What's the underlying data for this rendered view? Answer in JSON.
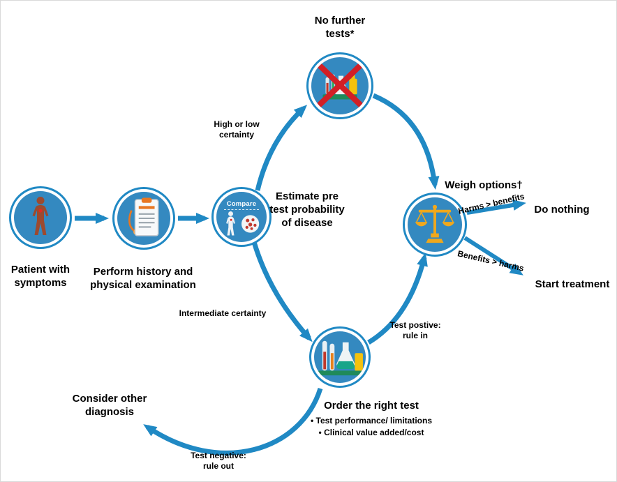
{
  "nodes": {
    "patient": {
      "label": "Patient with symptoms"
    },
    "history": {
      "label": "Perform history and physical examination"
    },
    "compare": {
      "badge": "Compare",
      "caption": "Estimate pre test probability of disease"
    },
    "no_further_tests": {
      "label": "No further tests*"
    },
    "order_test": {
      "label": "Order the right test",
      "bullets": [
        "• Test performance/ limitations",
        "• Clinical value added/cost"
      ]
    },
    "weigh_options": {
      "label": "Weigh options†"
    },
    "do_nothing": {
      "label": "Do nothing"
    },
    "start_treatment": {
      "label": "Start treatment"
    },
    "consider_other": {
      "label": "Consider other diagnosis"
    }
  },
  "edge_labels": {
    "high_low": "High or low\ncertainty",
    "intermediate": "Intermediate certainty",
    "test_positive": "Test postive:\nrule in",
    "test_negative": "Test negative:\nrule out",
    "harms_gt_benefits": "Harms > benefits",
    "benefits_gt_harms": "Benefits > harms"
  },
  "colors": {
    "arrow_blue": "#2089c4",
    "circle_fill": "#3489c0",
    "cross_red": "#d21f26",
    "scale_gold": "#f0a81c"
  }
}
